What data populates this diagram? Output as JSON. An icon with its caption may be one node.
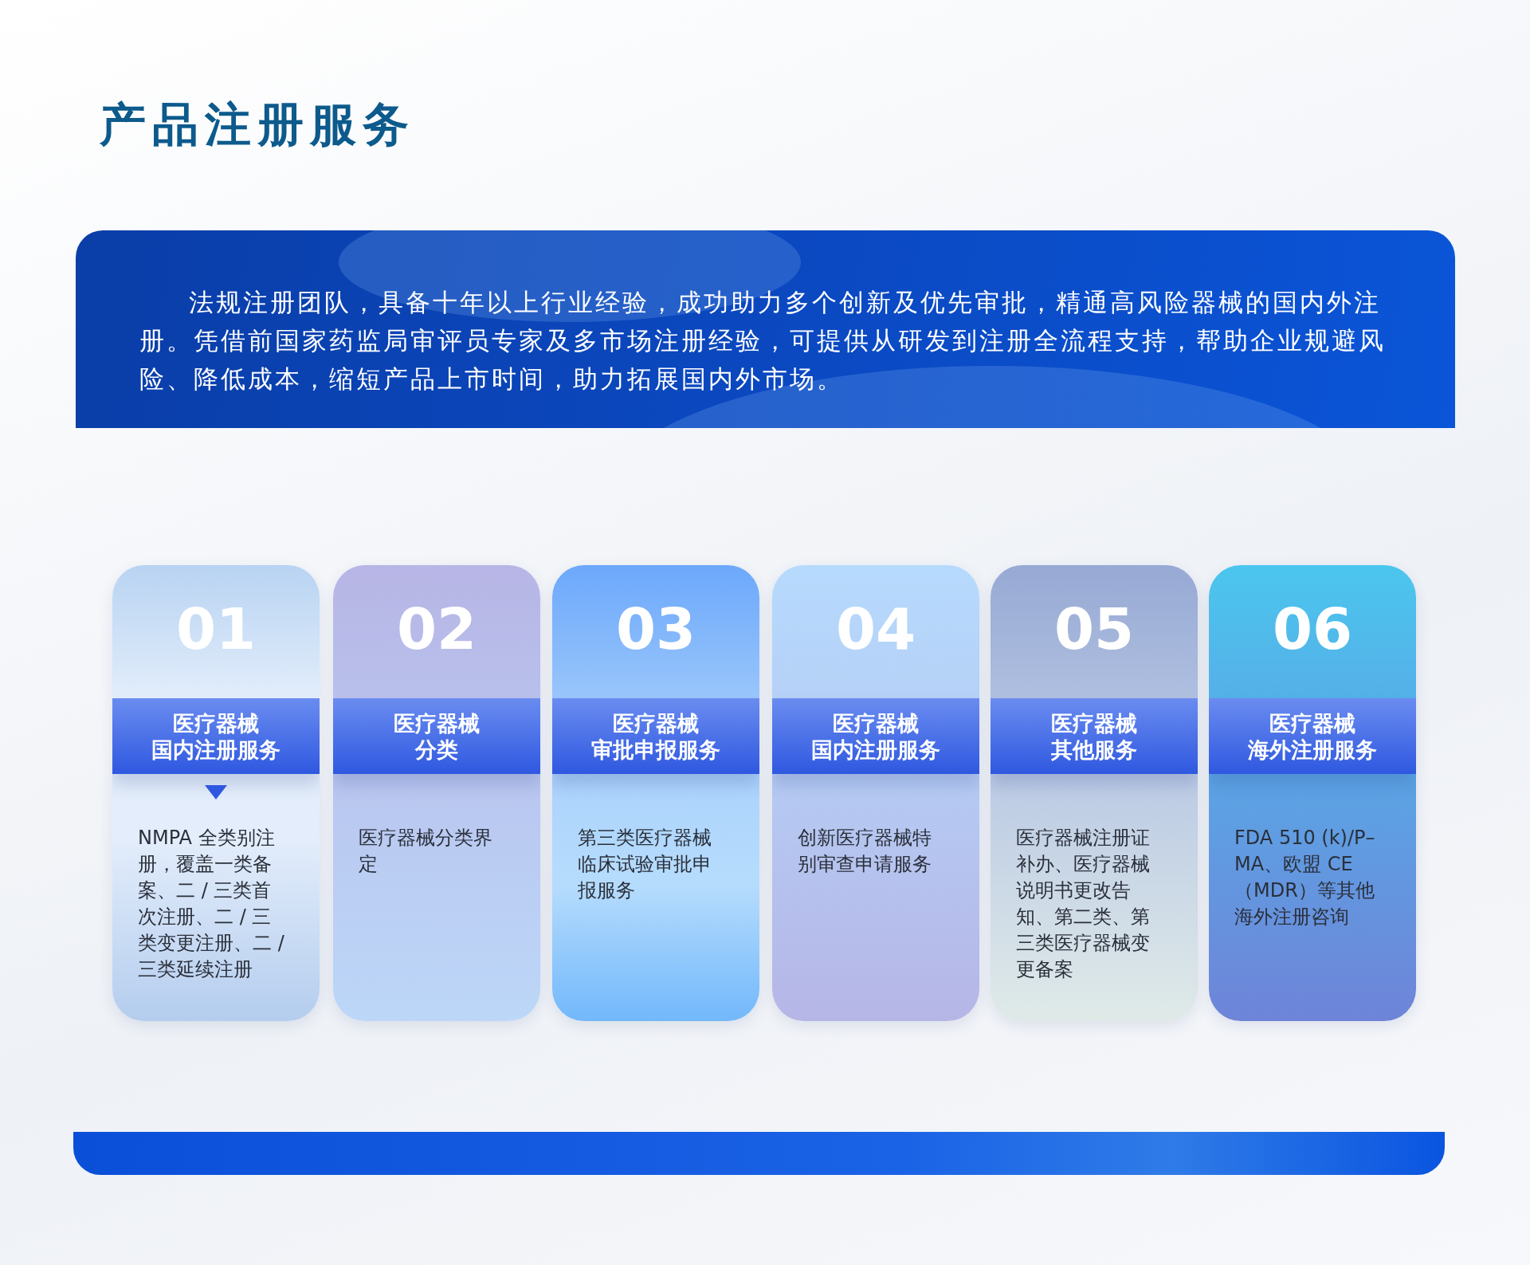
{
  "diagram": {
    "title": "产品注册服务",
    "nodes": [
      {
        "text": [
          "法规注册团队，具备十年以上行业经验，成功助力多个创新及优先审批，精通高风险器械的国内外注册。凭借前国家药监局审评员专家及多市场注册经验，可提供从研发到注册全流程支持，帮助企业规避风险、降低成本，缩短产品上市时间，助力拓展国内外市场。"
        ]
      },
      {
        "text": [
          "01",
          "医疗器械国内注册服务",
          "NMPA 全类别注册，覆盖一类备案、二 / 三类首次注册、二 / 三类变更注册、二 / 三类延续注册"
        ]
      },
      {
        "text": [
          "02",
          "医疗器械分类",
          "医疗器械分类界定"
        ]
      },
      {
        "text": [
          "03",
          "医疗器械审批申报服务",
          "第三类医疗器械临床试验审批申报服务"
        ]
      },
      {
        "text": [
          "04",
          "医疗器械国内注册服务",
          "创新医疗器械特别审查申请服务"
        ]
      },
      {
        "text": [
          "05",
          "医疗器械其他服务",
          "医疗器械注册证补办、医疗器械说明书更改告知、第二类、第三类医疗器械变更备案"
        ]
      },
      {
        "text": [
          "06",
          "医疗器械海外注册服务",
          "FDA 510 (k)/P–MA、欧盟 CE（MDR）等其他海外注册咨询"
        ]
      }
    ]
  }
}
